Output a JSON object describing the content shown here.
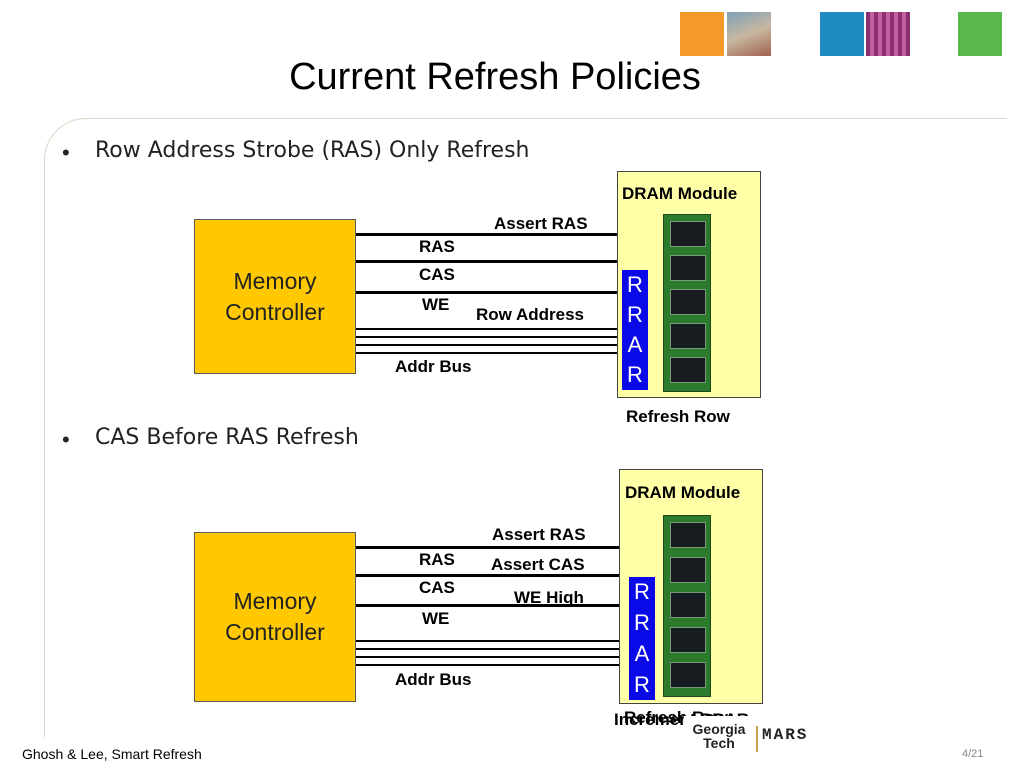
{
  "slide": {
    "title": "Current Refresh Policies",
    "footer_left": "Ghosh & Lee, Smart Refresh",
    "page_number": "4/21",
    "logo_text_line1": "Georgia",
    "logo_text_line2": "Tech",
    "logo_mars": "MARS"
  },
  "section1": {
    "bullet": "Row Address Strobe (RAS) Only Refresh",
    "controller_line1": "Memory",
    "controller_line2": "Controller",
    "signals": [
      "RAS",
      "CAS",
      "WE"
    ],
    "addr_bus": "Addr Bus",
    "dram_title": "DRAM Module",
    "annot1": "Assert RAS",
    "annot2": "Row Address",
    "rrar": [
      "R",
      "R",
      "A",
      "R"
    ],
    "caption": "Refresh Row"
  },
  "section2": {
    "bullet": "CAS Before RAS Refresh",
    "controller_line1": "Memory",
    "controller_line2": "Controller",
    "signals": [
      "RAS",
      "CAS",
      "WE"
    ],
    "addr_bus": "Addr Bus",
    "dram_title": "DRAM Module",
    "annot1": "Assert RAS",
    "annot2": "Assert CAS",
    "annot3": "WE High",
    "rrar": [
      "R",
      "R",
      "A",
      "R"
    ],
    "caption_a": "Refresh Row",
    "caption_b": "Increment RRAR"
  },
  "colors": {
    "controller_fill": "#ffc800",
    "dram_fill": "#ffffa8",
    "rrar_fill": "#0a0ae8",
    "header_squares": [
      "#f39a2b",
      "#1e8bc3",
      "#58b84e"
    ]
  }
}
